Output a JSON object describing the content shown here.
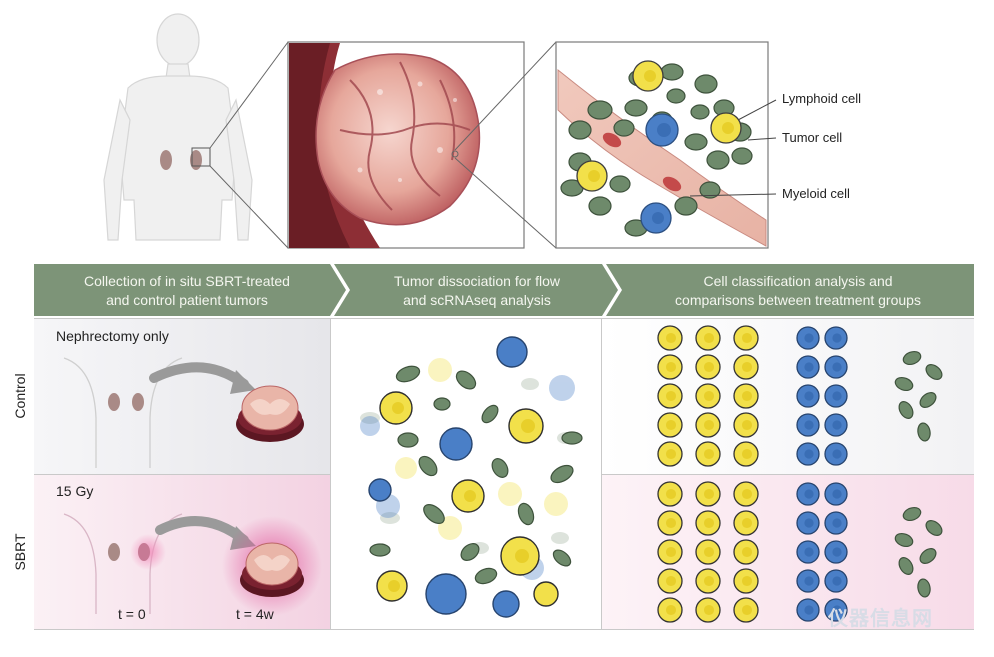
{
  "top": {
    "callouts": {
      "lymphoid": "Lymphoid cell",
      "tumor": "Tumor cell",
      "myeloid": "Myeloid cell"
    }
  },
  "headers": [
    "Collection of in situ SBRT-treated\nand control patient tumors",
    "Tumor dissociation for flow\nand scRNAseq analysis",
    "Cell classification analysis and\ncomparisons between treatment groups"
  ],
  "rows": {
    "control": {
      "label": "Control",
      "caption": "Nephrectomy only"
    },
    "sbrt": {
      "label": "SBRT",
      "caption": "15 Gy",
      "t0": "t = 0",
      "t4": "t = 4w"
    }
  },
  "watermark": "仪器信息网",
  "colors": {
    "header_bar": "#7d9478",
    "lymphoid_fill": "#f2e04a",
    "myeloid_fill": "#4a7fc7",
    "tumor_fill": "#6e8a6b",
    "sbrt_tint": "#f7dbe8",
    "control_tint": "#ececee"
  }
}
